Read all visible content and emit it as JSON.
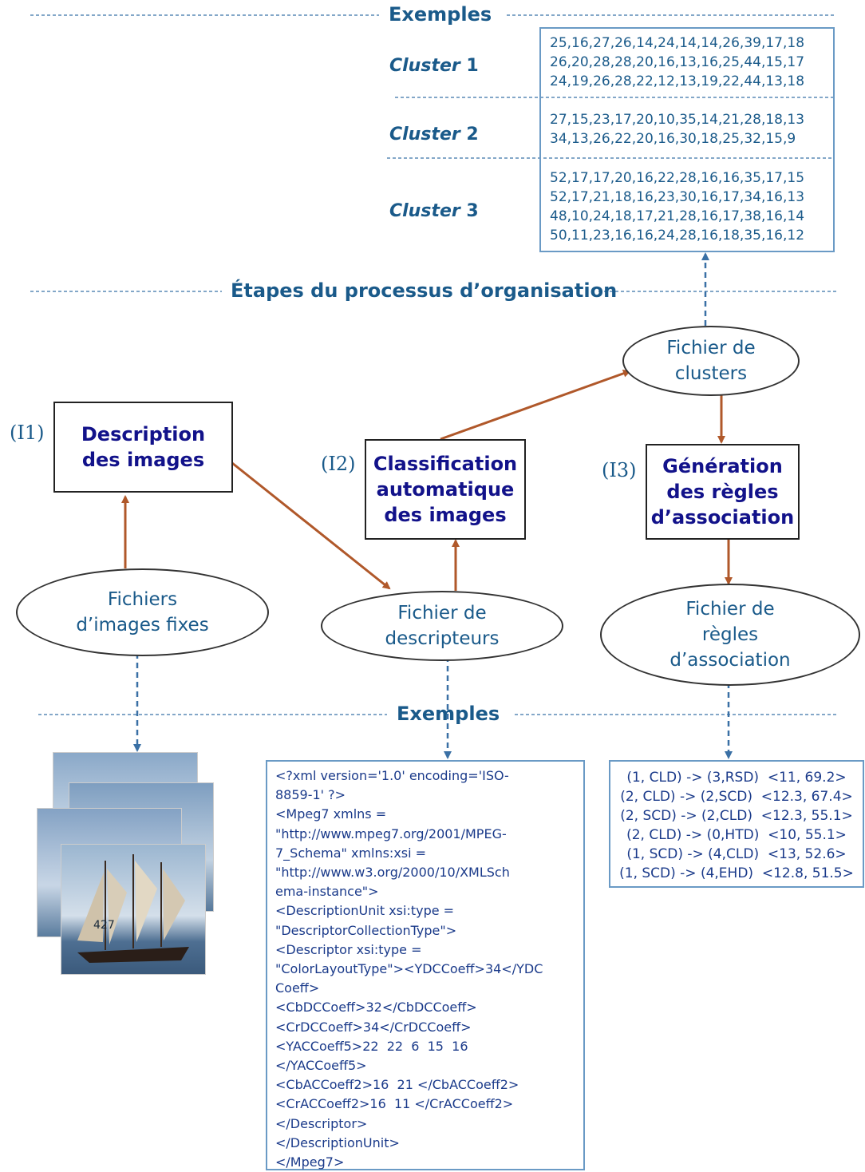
{
  "top_section_title": "Exemples",
  "clusters": [
    {
      "label_word": "Cluster",
      "label_num": "1",
      "rows": [
        "25,16,27,26,14,24,14,14,26,39,17,18",
        "26,20,28,28,20,16,13,16,25,44,15,17",
        "24,19,26,28,22,12,13,19,22,44,13,18"
      ]
    },
    {
      "label_word": "Cluster",
      "label_num": "2",
      "rows": [
        "27,15,23,17,20,10,35,14,21,28,18,13",
        "34,13,26,22,20,16,30,18,25,32,15,9"
      ]
    },
    {
      "label_word": "Cluster",
      "label_num": "3",
      "rows": [
        "52,17,17,20,16,22,28,16,16,35,17,15",
        "52,17,21,18,16,23,30,16,17,34,16,13",
        "48,10,24,18,17,21,28,16,17,38,16,14",
        "50,11,23,16,16,24,28,16,18,35,16,12"
      ]
    }
  ],
  "middle_section_title": "Étapes du processus d’organisation",
  "steps": [
    {
      "id": "(I1)",
      "lines": [
        "Description",
        "des images"
      ]
    },
    {
      "id": "(I2)",
      "lines": [
        "Classification",
        "automatique",
        "des images"
      ]
    },
    {
      "id": "(I3)",
      "lines": [
        "Génération",
        "des règles",
        "d’association"
      ]
    }
  ],
  "files": {
    "images": [
      "Fichiers",
      "d’images fixes"
    ],
    "descriptors": [
      "Fichier de",
      "descripteurs"
    ],
    "clusters": [
      "Fichier de",
      "clusters"
    ],
    "rules": [
      "Fichier de",
      "règles",
      "d’association"
    ]
  },
  "bottom_section_title": "Exemples",
  "xml_lines": [
    "<?xml version='1.0' encoding='ISO-",
    "8859-1' ?>",
    "<Mpeg7 xmlns =",
    "\"http://www.mpeg7.org/2001/MPEG-",
    "7_Schema\" xmlns:xsi =",
    "\"http://www.w3.org/2000/10/XMLSch",
    "ema-instance\">",
    "<DescriptionUnit xsi:type =",
    "\"DescriptorCollectionType\">",
    "<Descriptor xsi:type =",
    "\"ColorLayoutType\"><YDCCoeff>34</YDC",
    "Coeff>",
    "<CbDCCoeff>32</CbDCCoeff>",
    "<CrDCCoeff>34</CrDCCoeff>",
    "<YACCoeff5>22  22  6  15  16",
    "</YACCoeff5>",
    "<CbACCoeff2>16  21 </CbACCoeff2>",
    "<CrACCoeff2>16  11 </CrACCoeff2>",
    "</Descriptor>",
    "</DescriptionUnit>",
    "</Mpeg7>"
  ],
  "rules": [
    "(1, CLD) -> (3,RSD)  <11, 69.2>",
    "(2, CLD) -> (2,SCD)  <12.3, 67.4>",
    "(2, SCD) -> (2,CLD)  <12.3, 55.1>",
    "(2, CLD) -> (0,HTD)  <10, 55.1>",
    "(1, SCD) -> (4,CLD)  <13, 52.6>",
    "(1, SCD) -> (4,EHD)  <12.8, 51.5>"
  ],
  "colors": {
    "text_blue": "#1a5a8a",
    "step_text": "#12128a",
    "arrow_brown": "#b0582a",
    "dashed_blue": "#5a8ab5"
  }
}
